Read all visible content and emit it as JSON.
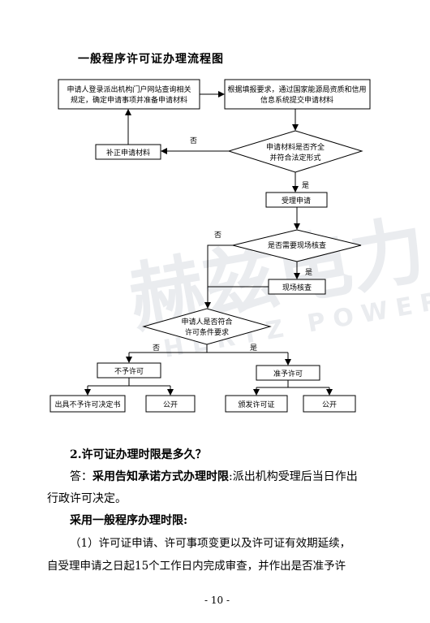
{
  "flowchart": {
    "title": "一般程序许可证办理流程图",
    "nodes": {
      "n1_line1": "申请人登录派出机构门户网站查询相关",
      "n1_line2": "规定，确定申请事项并准备申请材料",
      "n2_line1": "根据填报要求，通过国家能源局资质和信用",
      "n2_line2": "信息系统提交申请材料",
      "d1_line1": "申请材料是否齐全",
      "d1_line2": "并符合法定形式",
      "fix": "补正申请材料",
      "accept": "受理申请",
      "d2": "是否需要现场核查",
      "site": "现场核查",
      "d3_line1": "申请人是否符合",
      "d3_line2": "许可条件要求",
      "deny": "不予许可",
      "grant": "准予许可",
      "deny_doc": "出具不予许可决定书",
      "public1": "公开",
      "issue": "颁发许可证",
      "public2": "公开"
    },
    "labels": {
      "d1_no": "否",
      "d1_yes": "是",
      "d2_no": "否",
      "d2_yes": "是",
      "d3_no": "否",
      "d3_yes": "是"
    }
  },
  "watermark": {
    "text_cn": "赫兹电力",
    "text_en": "HERTZ POWER"
  },
  "section": {
    "title": "2.许可证办理时限是多久？",
    "answer_prefix": "答：",
    "answer_bold": "采用告知承诺方式办理时限",
    "answer_rest": ":派出机构受理后当日作出",
    "answer_line2": "行政许可决定。",
    "general_heading": "采用一般程序办理时限:",
    "p1_line1": "（1）许可证申请、许可事项变更以及许可证有效期延续，",
    "p1_line2": "自受理申请之日起15个工作日内完成审查，并作出是否准予许"
  },
  "page_number": "- 10 -"
}
